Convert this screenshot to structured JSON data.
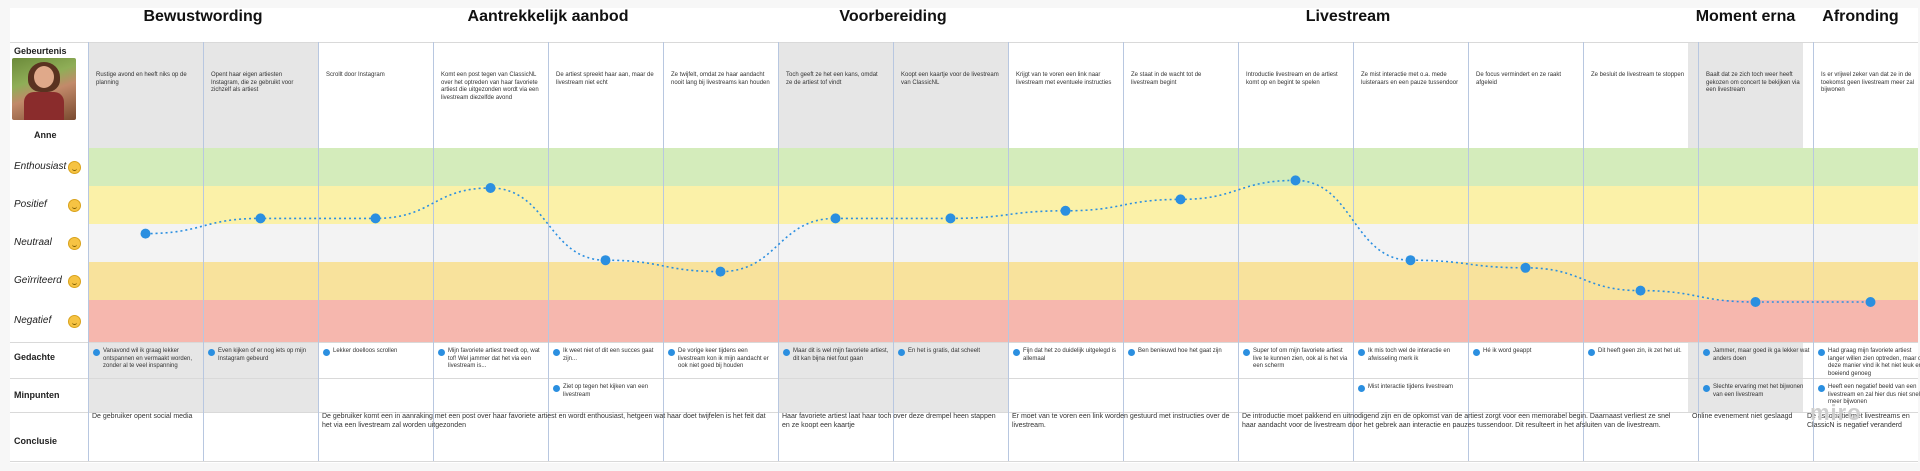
{
  "phases": [
    "Bewustwording",
    "Aantrekkelijk aanbod",
    "Voorbereiding",
    "Livestream",
    "Moment erna",
    "Afronding"
  ],
  "persona": {
    "header": "Gebeurtenis",
    "name": "Anne"
  },
  "emotion_rows": [
    "Enthousiast",
    "Positief",
    "Neutraal",
    "Geïrriteerd",
    "Negatief"
  ],
  "row_labels": {
    "gedachte": "Gedachte",
    "minpunten": "Minpunten",
    "conclusie": "Conclusie"
  },
  "colors": {
    "enthousiast": "#d4ecbb",
    "positief": "#fbf1a8",
    "neutraal": "#f3f3f3",
    "geirriteerd": "#f8e29c",
    "negatief": "#f6b7ae",
    "dot": "#2b8fe0"
  },
  "events": [
    "Rustige avond en heeft niks op de planning",
    "Opent haar eigen artiesten Instagram, die ze gebruikt voor zichzelf als artiest",
    "Scrollt door Instagram",
    "Komt een post tegen van ClassicNL over het optreden van haar favoriete artiest die uitgezonden wordt via een livestream diezelfde avond",
    "De artiest spreekt haar aan, maar de livestream niet echt",
    "Ze twijfelt, omdat ze haar aandacht nooit lang bij livestreams kan houden",
    "Toch geeft ze het een kans, omdat ze de artiest tof vindt",
    "Koopt een kaartje voor de livestream van ClassicNL",
    "Krijgt van te voren een link naar livestream met eventuele instructies",
    "Ze staat in de wacht tot de livestream begint",
    "Introductie livestream en de artiest komt op en begint te spelen",
    "Ze mist interactie met o.a. mede luisteraars en een pauze tussendoor",
    "De focus vermindert en ze raakt afgeleid",
    "Ze besluit de livestream te stoppen",
    "Baalt dat ze zich toch weer heeft gekozen om concert te bekijken via een livestream",
    "Is er vrijwel zeker van dat ze in de toekomst geen livestream meer zal bijwonen"
  ],
  "thoughts": [
    "Vanavond wil ik graag lekker ontspannen en vermaakt worden, zonder al te veel inspanning",
    "Even kijken of er nog iets op mijn Instagram gebeurd",
    "Lekker doelloos scrollen",
    "Mijn favoriete artiest treedt op, wat tof! Wel jammer dat het via een livestream is...",
    "Ik weet niet of dit een succes gaat zijn...",
    "De vorige keer tijdens een livestream kon ik mijn aandacht er ook niet goed bij houden",
    "Maar dit is wel mijn favoriete artiest, dit kan bijna niet fout gaan",
    "En het is gratis, dat scheelt",
    "Fijn dat het zo duidelijk uitgelegd is allemaal",
    "Ben benieuwd hoe het gaat zijn",
    "Super tof om mijn favoriete artiest live te kunnen zien, ook al is het via een scherm",
    "Ik mis toch wel de interactie en afwisseling merk ik",
    "Hé ik word geappt",
    "Dit heeft geen zin, ik zet het uit.",
    "Jammer, maar goed ik ga lekker wat anders doen",
    "Had graag mijn favoriete artiest langer willen zien optreden, maar op deze manier vind ik het niet leuk en boeiend genoeg"
  ],
  "minpunten": [
    {
      "col": 4,
      "text": "Ziet op tegen het kijken van een livestream"
    },
    {
      "col": 11,
      "text": "Mist interactie tijdens livestream"
    },
    {
      "col": 14,
      "text": "Slechte ervaring met het bijwonen van een livestream"
    },
    {
      "col": 15,
      "text": "Heeft een negatief beeld van een livestream en zal hier dus niet snel meer bijwonen"
    }
  ],
  "conclusions": [
    "De gebruiker opent social media",
    "De gebruiker komt een in aanraking met een post over haar favoriete artiest en wordt enthousiast, hetgeen wat haar doet twijfelen is het feit dat het via een livestream zal worden uitgezonden",
    "Haar favoriete artiest laat haar toch over deze drempel heen stappen en ze koopt een kaartje",
    "Er moet van te voren een link worden gestuurd met instructies over de livestream.",
    "De introductie moet pakkend en uitnodigend zijn en de opkomst van de artiest zorgt voor een memorabel begin. Daarnaast verliest ze snel haar aandacht voor de livestream door het gebrek aan interactie en pauzes tussendoor. Dit resulteert in het afsluiten van de livestream.",
    "Online evenement niet geslaagd",
    "De associatie met livestreams en ClassicN is negatief veranderd"
  ],
  "emotion_curve": [
    2.3,
    2.7,
    2.7,
    3.5,
    1.6,
    1.3,
    2.7,
    2.7,
    2.9,
    3.2,
    3.7,
    1.6,
    1.4,
    0.8,
    0.5,
    0.5
  ],
  "watermark": "miro"
}
